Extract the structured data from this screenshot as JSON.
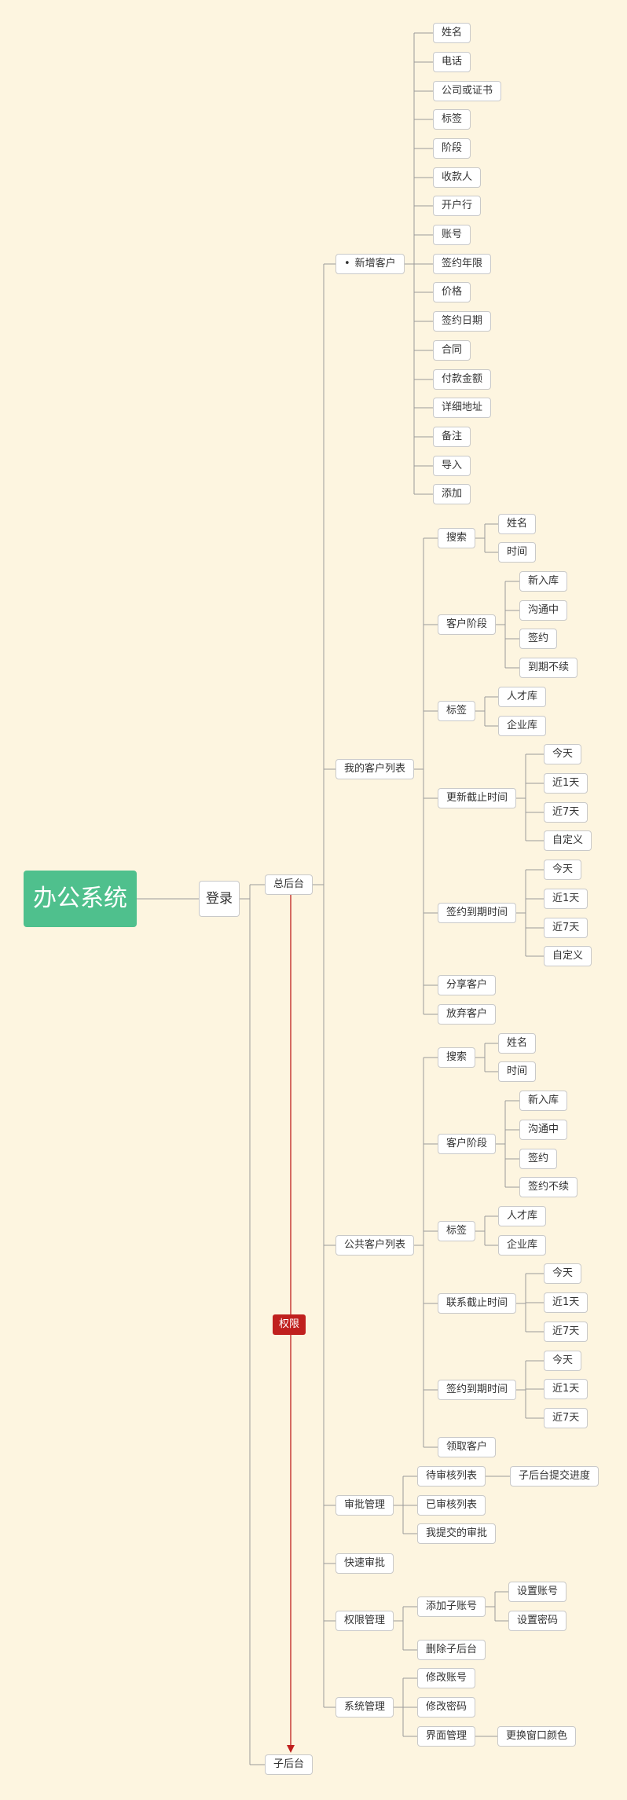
{
  "diagram": {
    "root": "办公系统",
    "login": "登录",
    "main_backend": "总后台",
    "sub_backend": "子后台",
    "permission_label": "权限",
    "new_client": {
      "bullet": "•",
      "label": "新增客户",
      "fields": [
        "姓名",
        "电话",
        "公司或证书",
        "标签",
        "阶段",
        "收款人",
        "开户行",
        "账号",
        "签约年限",
        "价格",
        "签约日期",
        "合同",
        "付款金额",
        "详细地址",
        "备注",
        "导入",
        "添加"
      ]
    },
    "my_clients": {
      "label": "我的客户列表",
      "search": {
        "label": "搜索",
        "items": [
          "姓名",
          "时间"
        ]
      },
      "stage": {
        "label": "客户阶段",
        "items": [
          "新入库",
          "沟通中",
          "签约",
          "到期不续"
        ]
      },
      "tag": {
        "label": "标签",
        "items": [
          "人才库",
          "企业库"
        ]
      },
      "update_deadline": {
        "label": "更新截止时间",
        "items": [
          "今天",
          "近1天",
          "近7天",
          "自定义"
        ]
      },
      "sign_expire": {
        "label": "签约到期时间",
        "items": [
          "今天",
          "近1天",
          "近7天",
          "自定义"
        ]
      },
      "share": "分享客户",
      "abandon": "放弃客户"
    },
    "public_clients": {
      "label": "公共客户列表",
      "search": {
        "label": "搜索",
        "items": [
          "姓名",
          "时间"
        ]
      },
      "stage": {
        "label": "客户阶段",
        "items": [
          "新入库",
          "沟通中",
          "签约",
          "签约不续"
        ]
      },
      "tag": {
        "label": "标签",
        "items": [
          "人才库",
          "企业库"
        ]
      },
      "contact_deadline": {
        "label": "联系截止时间",
        "items": [
          "今天",
          "近1天",
          "近7天"
        ]
      },
      "sign_expire": {
        "label": "签约到期时间",
        "items": [
          "今天",
          "近1天",
          "近7天"
        ]
      },
      "claim": "领取客户"
    },
    "approval": {
      "label": "审批管理",
      "pending": "待审核列表",
      "pending_child": "子后台提交进度",
      "approved": "已审核列表",
      "mine": "我提交的审批"
    },
    "quick_approval": "快速审批",
    "permission_mgmt": {
      "label": "权限管理",
      "add_sub": "添加子账号",
      "add_sub_items": [
        "设置账号",
        "设置密码"
      ],
      "delete_sub": "删除子后台"
    },
    "system_mgmt": {
      "label": "系统管理",
      "items": [
        "修改账号",
        "修改密码",
        "界面管理"
      ],
      "ui_child": "更换窗口颜色"
    },
    "colors": {
      "background": "#fdf5e0",
      "root_fill": "#4fc08d",
      "node_border": "#c9c9c9",
      "connector": "#9a9a9a",
      "permission_arrow": "#c0201e"
    }
  }
}
